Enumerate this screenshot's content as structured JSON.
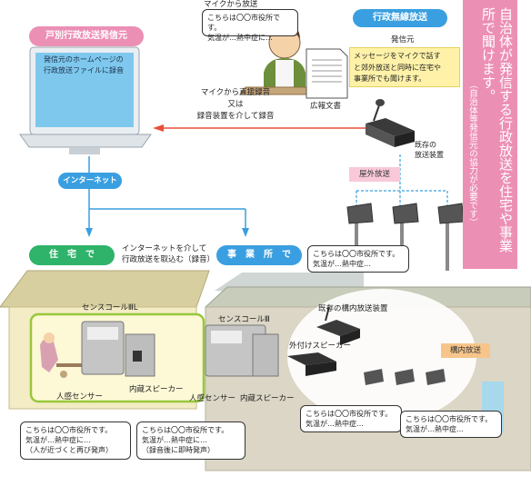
{
  "top_label": "マイクから放送",
  "sender_label": "戸別行政放送発信元",
  "sender_note": "発信元のホームページの行政放送ファイルに録音",
  "admin_radio_label": "行政無線放送",
  "hasshinmoto": "発信元",
  "mic_bubble_l1": "こちらは〇〇市役所です。",
  "mic_bubble_l2": "気温が…熱中症に…",
  "message_l1": "メッセージをマイクで話す",
  "message_l2": "と郊外放送と同時に在宅や",
  "message_l3": "事業所でも聞けます。",
  "koho_bunsho": "広報文書",
  "arrow_l1": "マイクから直接録音",
  "arrow_l2": "又は",
  "arrow_l3": "録音装置を介して録音",
  "kisetsu_l1": "既存の",
  "kisetsu_l2": "放送装置",
  "okugai": "屋外放送",
  "internet": "インターネット",
  "jutaku": "住　宅　で",
  "jigyosho": "事　業　所　で",
  "via_l1": "インターネットを介して",
  "via_l2": "行政放送を取込む（録音）",
  "outdoor_bubble_l1": "こちらは〇〇市役所です。",
  "outdoor_bubble_l2": "気温が…熱中症…",
  "sensu_l": "センスコールⅢL",
  "sensu_3": "センスコールⅢ",
  "kisetsu_konai": "既存の構内放送装置",
  "sotozuke": "外付けスピーカー",
  "konai": "構内放送",
  "naizou": "内蔵スピーカー",
  "naizou2": "内蔵スピーカー",
  "jinkan1": "人感センサー",
  "jinkan2": "人感センサー",
  "b1_l1": "こちらは〇〇市役所です。",
  "b1_l2": "気温が…熱中症に…",
  "b1_l3": "（人が近づくと再び発声）",
  "b2_l1": "こちらは〇〇市役所です。",
  "b2_l2": "気温が…熱中症に…",
  "b2_l3": "（録音後に即時発声）",
  "b3_l1": "こちらは〇〇市役所です。",
  "b3_l2": "気温が…熱中症…",
  "b4_l1": "こちらは〇〇市役所です。",
  "b4_l2": "気温が…熱中症…",
  "side_main": "自治体が発信する行政放送を住宅や事業所で聞けます。",
  "side_sub": "（自治体等発信元の協力が必要です）",
  "colors": {
    "pink": "#ec8fb5",
    "blue": "#3a9fe0",
    "green": "#2fb36b",
    "cream": "#fdf8d6",
    "red": "#e8503a"
  }
}
